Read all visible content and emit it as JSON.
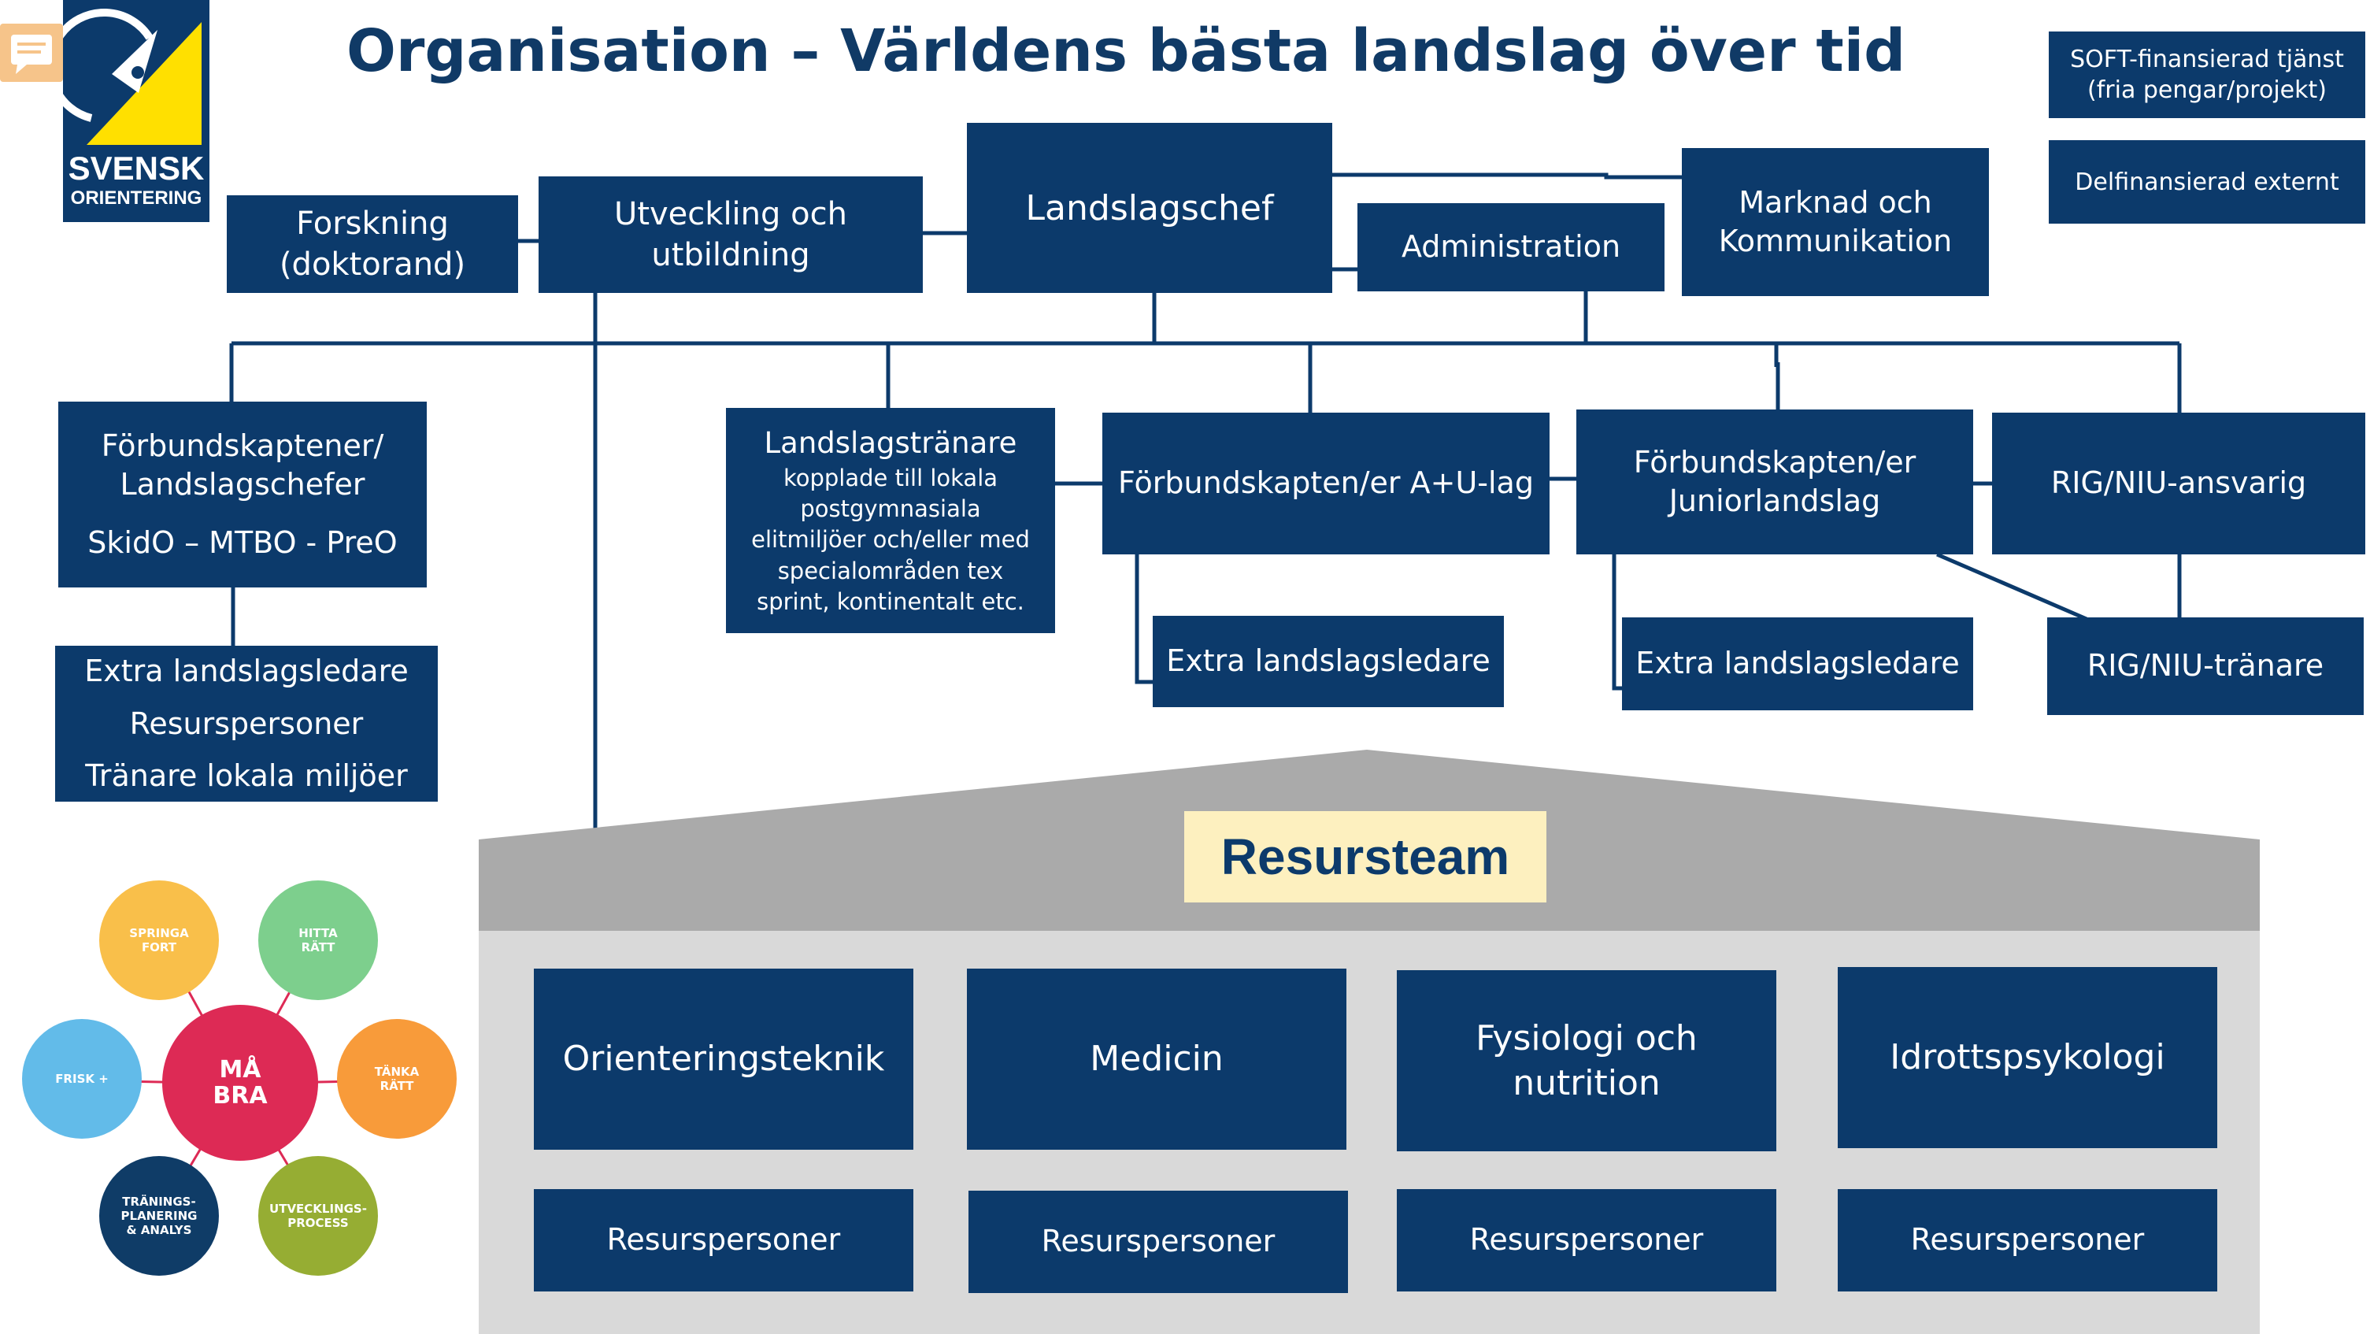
{
  "title": "Organisation – Världens bästa landslag över tid",
  "logo": {
    "line1": "SVENSK",
    "line2": "ORIENTERING"
  },
  "legend": {
    "soft": [
      "SOFT-finansierad tjänst",
      "(fria pengar/projekt)"
    ],
    "external": "Delfinansierad externt"
  },
  "top": {
    "forskning": [
      "Forskning",
      "(doktorand)"
    ],
    "utveckling": [
      "Utveckling och",
      "utbildning"
    ],
    "landslagschef": "Landslagschef",
    "administration": "Administration",
    "marknad": [
      "Marknad och",
      "Kommunikation"
    ]
  },
  "middle": {
    "forbundskaptener": [
      "Förbundskaptener/",
      "Landslagschefer",
      "SkidO – MTBO - PreO"
    ],
    "extra_left": [
      "Extra landslagsledare",
      "Resurspersoner",
      "Tränare lokala miljöer"
    ],
    "landslagstranare": [
      "Landslagstränare",
      "kopplade till lokala",
      "postgymnasiala",
      "elitmiljöer  och/eller med",
      "specialområden tex",
      "sprint, kontinentalt etc."
    ],
    "au_lag": "Förbundskapten/er A+U-lag",
    "extra_au": "Extra landslagsledare",
    "junior": [
      "Förbundskapten/er",
      "Juniorlandslag"
    ],
    "extra_junior": "Extra landslagsledare",
    "rig_ansvarig": "RIG/NIU-ansvarig",
    "rig_tranare": "RIG/NIU-tränare"
  },
  "resursteam": {
    "label": "Resursteam",
    "areas": [
      "Orienteringsteknik",
      "Medicin",
      "Fysiologi och nutrition",
      "Idrottspsykologi"
    ],
    "resources": [
      "Resurspersoner",
      "Resurspersoner",
      "Resurspersoner",
      "Resurspersoner"
    ]
  },
  "wheel": {
    "center": [
      "MÅ",
      "BRA"
    ],
    "springa": [
      "SPRINGA",
      "FORT"
    ],
    "hitta": [
      "HITTA",
      "RÄTT"
    ],
    "frisk": "FRISK +",
    "tanka": [
      "TÄNKA",
      "RÄTT"
    ],
    "traning": [
      "TRÄNINGS-",
      "PLANERING",
      "& ANALYS"
    ],
    "utveckling": [
      "UTVECKLINGS-",
      "PROCESS"
    ]
  },
  "colors": {
    "box": "#0c3a6b",
    "title": "#103a66",
    "roof": "#aaaaaa",
    "house": "#d9d9d9",
    "resursteam_label_bg": "#fdf0bf",
    "logo_yellow": "#ffe000",
    "springa": "#f9bf4a",
    "hitta": "#7dcf8d",
    "frisk": "#62bbe9",
    "tanka": "#f89b3a",
    "traning": "#0f3c67",
    "utveckling": "#96ad33",
    "center": "#dd2a55"
  }
}
